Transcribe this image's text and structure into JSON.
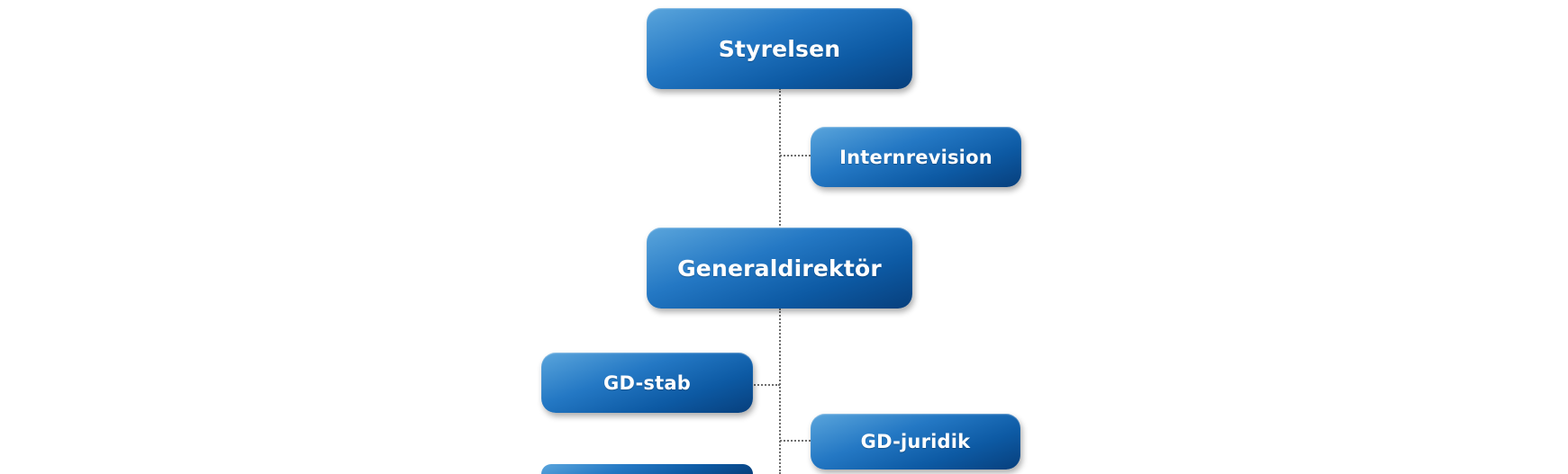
{
  "org_chart": {
    "nodes": {
      "board": "Styrelsen",
      "internal_audit": "Internrevision",
      "director_general": "Generaldirektör",
      "dg_staff": "GD-stab",
      "dg_legal": "GD-juridik",
      "partial_bottom": ""
    },
    "colors": {
      "box_light": "#5aa5dc",
      "box_mid": "#2478c4",
      "box_dark": "#073f7c",
      "text": "#ffffff",
      "connector": "#6e6e6e"
    }
  }
}
